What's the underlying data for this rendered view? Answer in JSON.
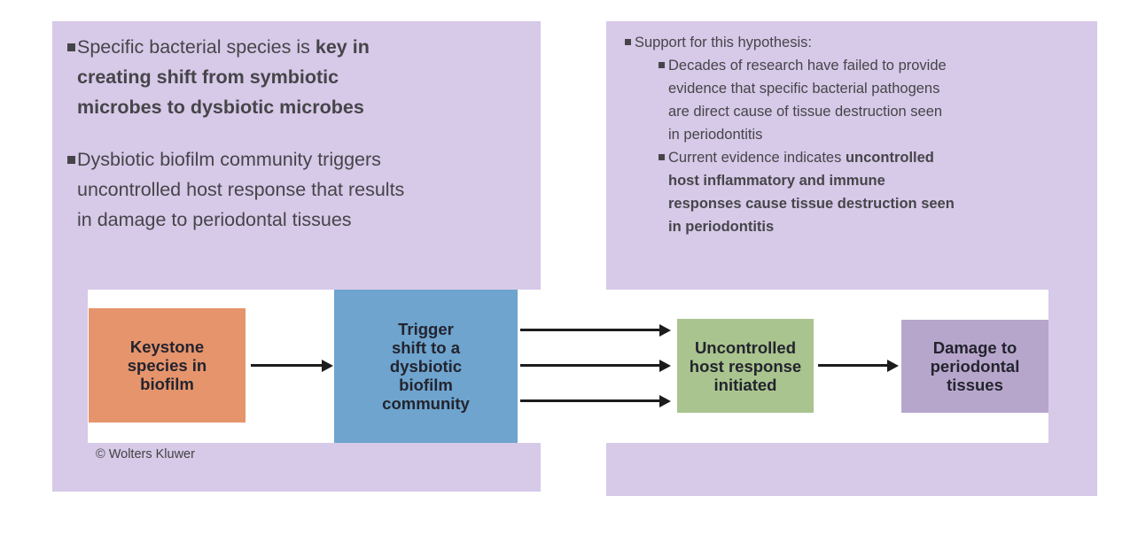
{
  "colors": {
    "page_bg": "#ffffff",
    "panel_bg": "#d7c9e8",
    "panel_text": "#454549",
    "strip_bg": "#ffffff",
    "node_text": "#23242e",
    "arrow": "#1c1c1c",
    "credit_text": "#424242"
  },
  "left_panel": {
    "bullets": [
      {
        "lines": [
          [
            {
              "text": "Specific bacterial species is ",
              "bold": false
            },
            {
              "text": "key in",
              "bold": true
            }
          ],
          [
            {
              "text": "creating shift from symbiotic",
              "bold": true
            }
          ],
          [
            {
              "text": "microbes to dysbiotic microbes",
              "bold": true
            }
          ]
        ]
      },
      {
        "lines": [
          [
            {
              "text": "Dysbiotic biofilm community triggers",
              "bold": false
            }
          ],
          [
            {
              "text": "uncontrolled host response that results",
              "bold": false
            }
          ],
          [
            {
              "text": "in damage to periodontal tissues",
              "bold": false
            }
          ]
        ]
      }
    ]
  },
  "right_panel": {
    "bullet_text": "Support for this hypothesis:",
    "sub_bullets": [
      {
        "lines": [
          [
            {
              "text": "Decades of research have failed to provide",
              "bold": false
            }
          ],
          [
            {
              "text": "evidence that specific bacterial pathogens",
              "bold": false
            }
          ],
          [
            {
              "text": "are direct cause of tissue destruction seen",
              "bold": false
            }
          ],
          [
            {
              "text": "in periodontitis",
              "bold": false
            }
          ]
        ]
      },
      {
        "lines": [
          [
            {
              "text": "Current evidence indicates ",
              "bold": false
            },
            {
              "text": "uncontrolled",
              "bold": true
            }
          ],
          [
            {
              "text": "host inflammatory and immune",
              "bold": true
            }
          ],
          [
            {
              "text": "responses cause tissue destruction seen",
              "bold": true
            }
          ],
          [
            {
              "text": "in periodontitis",
              "bold": true
            }
          ]
        ]
      }
    ]
  },
  "flowchart": {
    "credit": "© Wolters Kluwer",
    "nodes": [
      {
        "id": "keystone",
        "label_lines": [
          "Keystone",
          "species in",
          "biofilm"
        ],
        "color": "#e6946c"
      },
      {
        "id": "trigger",
        "label_lines": [
          "Trigger",
          "shift to a",
          "dysbiotic",
          "biofilm",
          "community"
        ],
        "color": "#6ea4ce"
      },
      {
        "id": "host-response",
        "label_lines": [
          "Uncontrolled",
          "host response",
          "initiated"
        ],
        "color": "#a9c48e"
      },
      {
        "id": "damage",
        "label_lines": [
          "Damage to",
          "periodontal",
          "tissues"
        ],
        "color": "#b7a6cc"
      }
    ],
    "connections": [
      {
        "from": "keystone",
        "to": "trigger",
        "arrow_count": 1
      },
      {
        "from": "trigger",
        "to": "host-response",
        "arrow_count": 3
      },
      {
        "from": "host-response",
        "to": "damage",
        "arrow_count": 1
      }
    ]
  }
}
